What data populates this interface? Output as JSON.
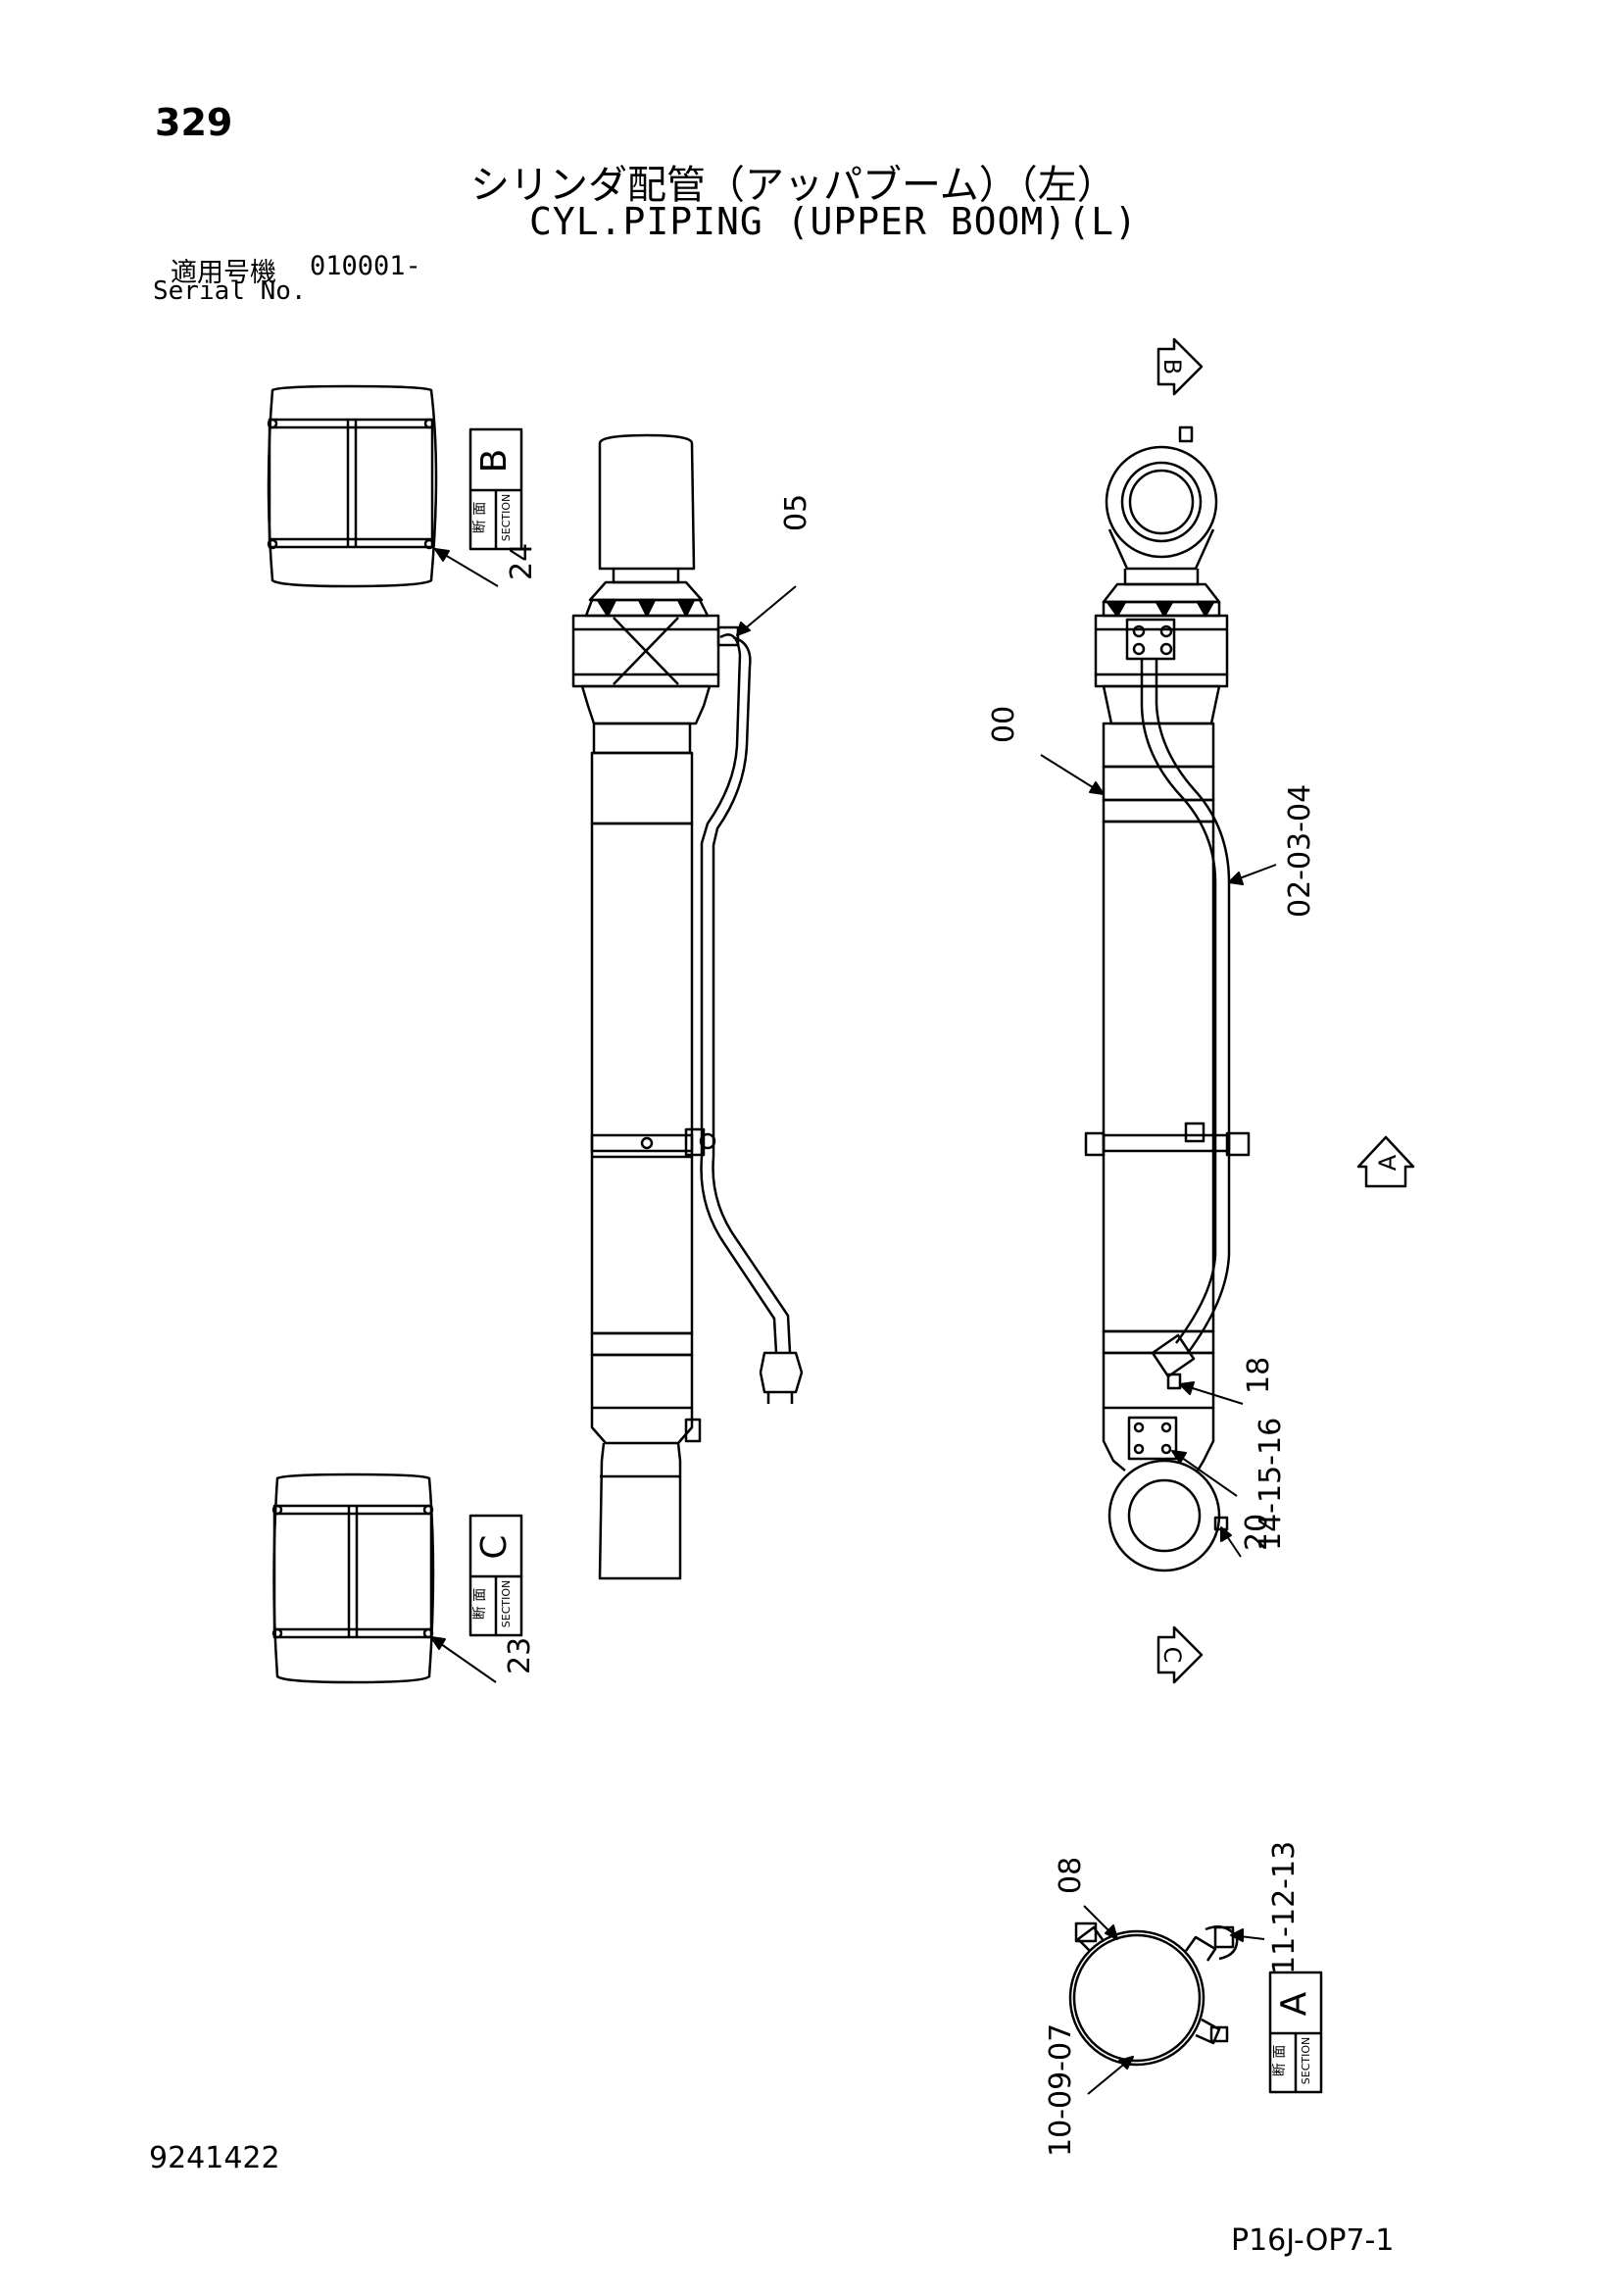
{
  "header": {
    "page_number": "329",
    "title_jp": "シリンダ配管（アッパブーム）（左）",
    "title_en": "CYL.PIPING (UPPER BOOM)(L)",
    "serial_label_jp": "適用号機",
    "serial_number": "010001-",
    "serial_label_en": "Serial No."
  },
  "footer": {
    "document_number": "9241422",
    "page_code": "P16J-OP7-1"
  },
  "sections": {
    "section_word_jp": "断 面",
    "section_word_en": "SECTION",
    "b": "B",
    "c": "C",
    "a": "A"
  },
  "view_arrows": {
    "b": "B",
    "a": "A",
    "c": "C"
  },
  "callouts": {
    "p24": "24",
    "p05": "05",
    "p23": "23",
    "p00": "00",
    "p02_03_04": "02-03-04",
    "p18": "18",
    "p14_15_16": "14-15-16",
    "p20": "20",
    "p08": "08",
    "p11_12_13": "11-12-13",
    "p10_09_07": "10-09-07"
  }
}
